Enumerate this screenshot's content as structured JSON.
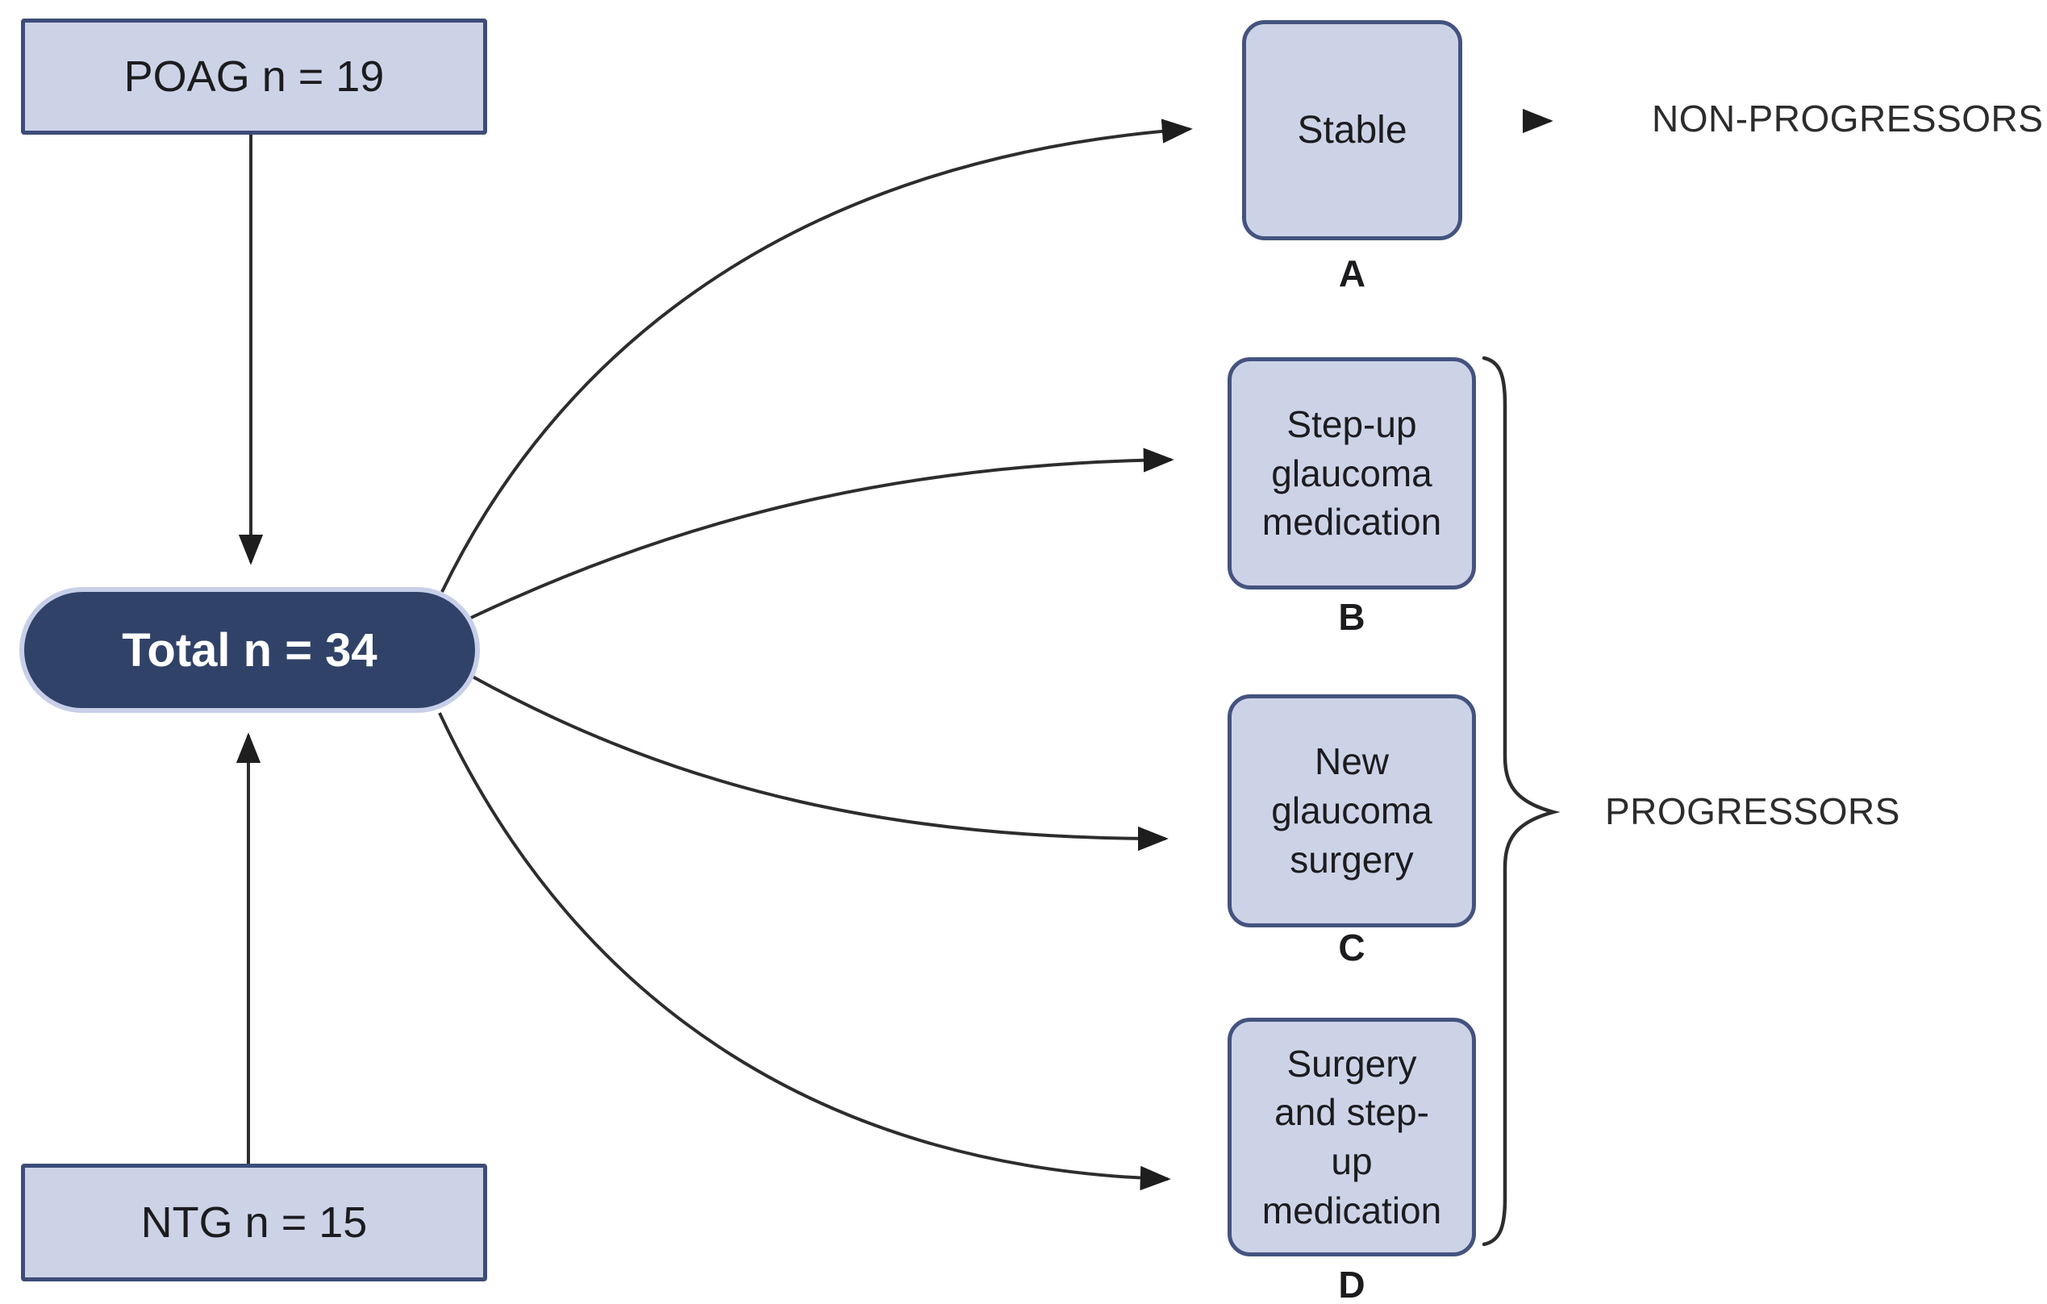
{
  "sources": [
    {
      "id": "poag",
      "label": "POAG n = 19"
    },
    {
      "id": "ntg",
      "label": "NTG n = 15"
    }
  ],
  "total": {
    "label": "Total n = 34"
  },
  "outcomes": [
    {
      "letter": "A",
      "label": "Stable"
    },
    {
      "letter": "B",
      "label": "Step-up\nglaucoma\nmedication"
    },
    {
      "letter": "C",
      "label": "New\nglaucoma\nsurgery"
    },
    {
      "letter": "D",
      "label": "Surgery\nand step-\nup\nmedication"
    }
  ],
  "groups": {
    "non_progressors": "NON-PROGRESSORS",
    "progressors": "PROGRESSORS"
  },
  "colors": {
    "bg": "#ffffff",
    "box_fill": "#cdd3e7",
    "rect_border": "#3d4c78",
    "round_border": "#44537f",
    "pill_fill": "#304268",
    "pill_border": "#c7cfe9",
    "line": "#2d2d2d",
    "arrowhead": "#1e1e1e",
    "text_dark": "#1c1c1e",
    "text_light": "#ffffff",
    "group_text": "#2c2c2c"
  }
}
